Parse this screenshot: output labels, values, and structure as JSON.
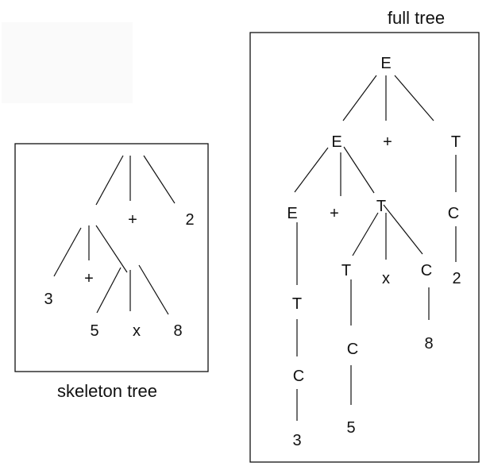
{
  "captions": {
    "full": "full tree",
    "skeleton": "skeleton tree"
  },
  "skeleton": {
    "nodes": {
      "s_plus": "+",
      "s_2": "2",
      "s_3": "3",
      "s_plus2": "+",
      "s_5": "5",
      "s_x": "x",
      "s_8": "8"
    }
  },
  "full": {
    "nodes": {
      "f_E_root": "E",
      "f_E_mid": "E",
      "f_plus_top": "+",
      "f_T_top": "T",
      "f_E_low": "E",
      "f_plus_mid": "+",
      "f_T_mid": "T",
      "f_C_right": "C",
      "f_2": "2",
      "f_T_left": "T",
      "f_C_left": "C",
      "f_3": "3",
      "f_T_inner": "T",
      "f_x": "x",
      "f_C_inner": "C",
      "f_8": "8",
      "f_C_five": "C",
      "f_5": "5"
    }
  }
}
